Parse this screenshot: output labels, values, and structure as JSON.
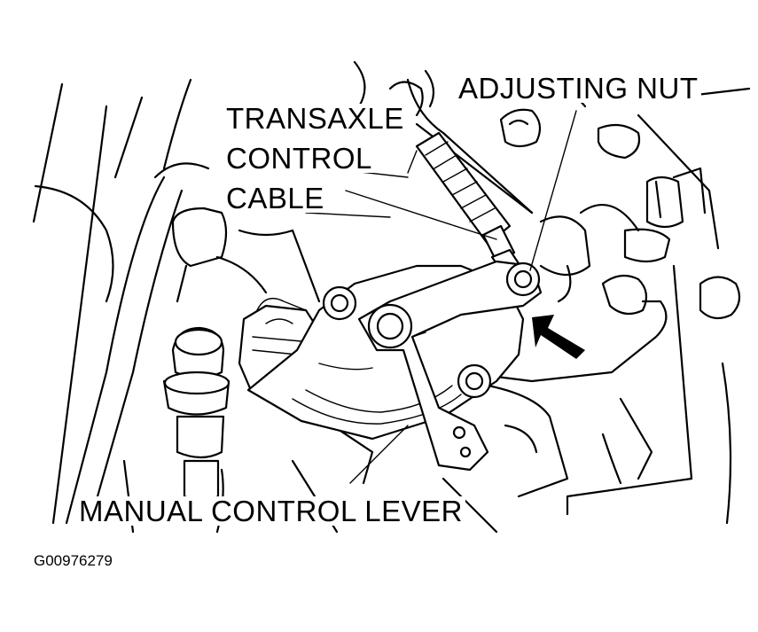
{
  "figure": {
    "labels": {
      "adjusting_nut": "ADJUSTING NUT",
      "cable_line1": "TRANSAXLE",
      "cable_line2": "CONTROL",
      "cable_line3": "CABLE",
      "manual_lever": "MANUAL CONTROL LEVER"
    },
    "figure_id": "G00976279"
  }
}
